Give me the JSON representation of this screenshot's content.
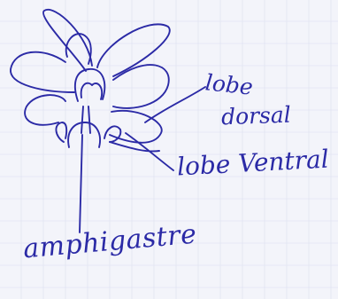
{
  "labels": {
    "lobe_dorsal_line1": "lobe",
    "lobe_dorsal_line2": "dorsal",
    "lobe_ventral": "lobe Ventral",
    "amphigastre": "amphigastre"
  },
  "colors": {
    "paper": "#f3f4fa",
    "grid": "#dcdeef",
    "ink": "#2b2aa6"
  }
}
